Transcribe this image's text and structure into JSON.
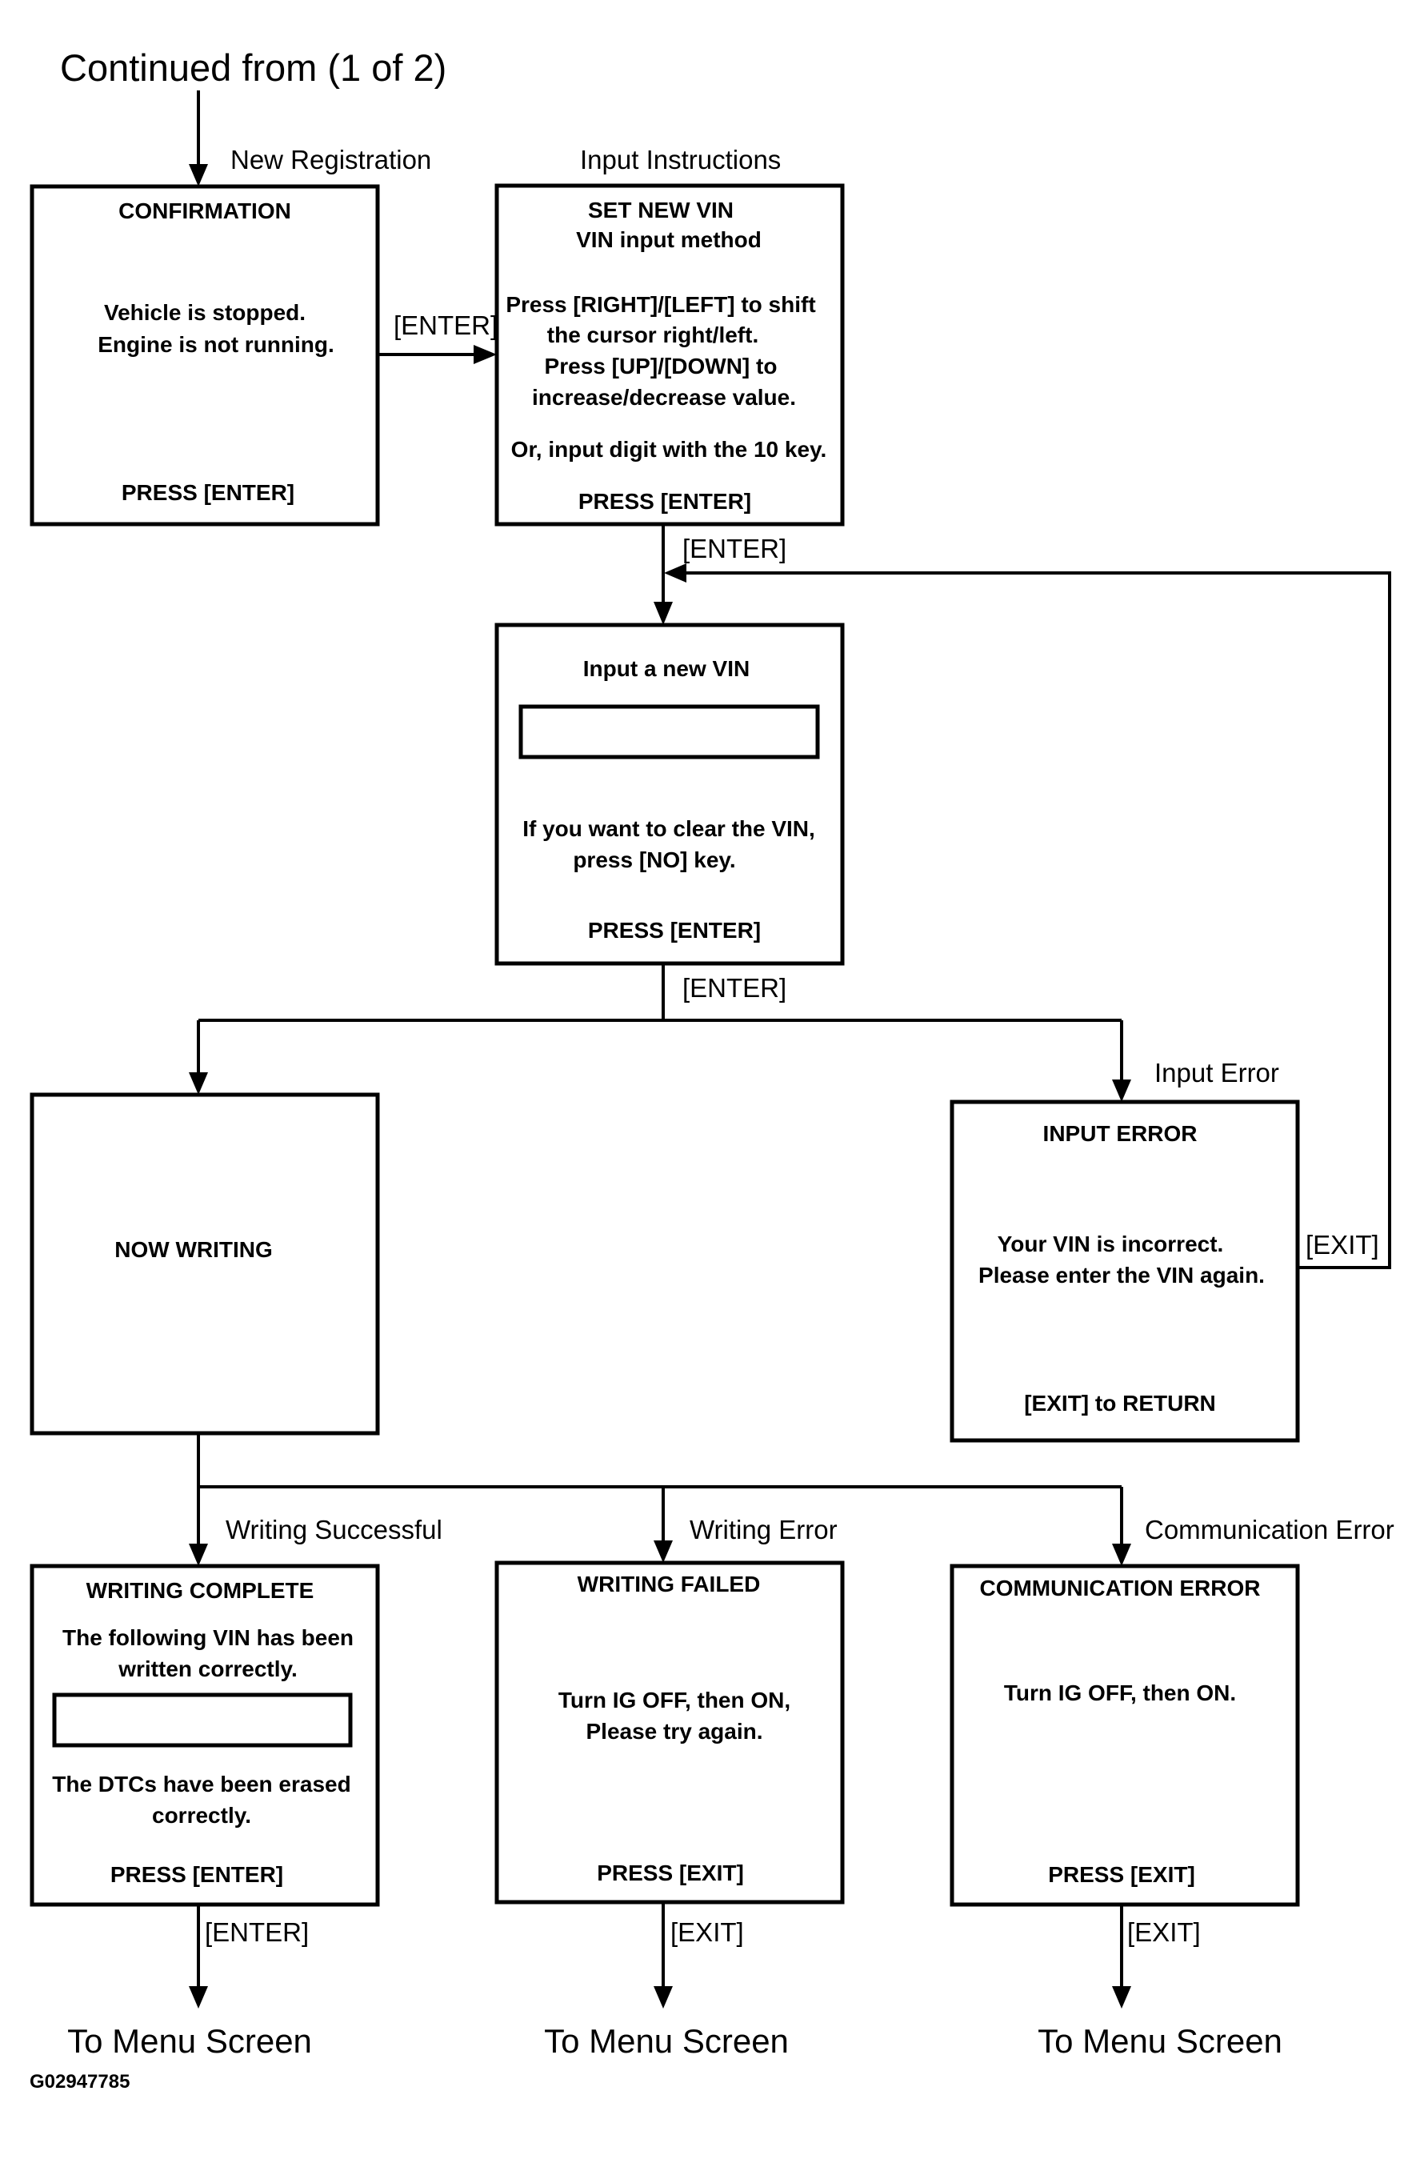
{
  "header": {
    "text": "Continued from (1 of 2)"
  },
  "flow_labels": {
    "new_registration": "New Registration",
    "input_instructions": "Input Instructions",
    "enter_confirm_to_set": "[ENTER]",
    "enter_set_to_input": "[ENTER]",
    "enter_input_to_branch": "[ENTER]",
    "input_error": "Input Error",
    "exit_input_error": "[EXIT]",
    "writing_successful": "Writing Successful",
    "writing_error": "Writing Error",
    "communication_error": "Communication Error",
    "enter_complete": "[ENTER]",
    "exit_failed": "[EXIT]",
    "exit_comm": "[EXIT]"
  },
  "boxes": {
    "confirmation": {
      "title": "CONFIRMATION",
      "line1": "Vehicle is stopped.",
      "line2": "Engine is not running.",
      "footer": "PRESS [ENTER]"
    },
    "set_new_vin": {
      "title": "SET NEW VIN",
      "subtitle": "VIN input method",
      "line1": "Press [RIGHT]/[LEFT] to shift",
      "line2": "the cursor right/left.",
      "line3": "Press [UP]/[DOWN] to",
      "line4": "increase/decrease value.",
      "line5": "Or, input digit with the 10 key.",
      "footer": "PRESS [ENTER]"
    },
    "input_vin": {
      "title": "Input a new VIN",
      "line1": "If you want to clear the VIN,",
      "line2": "press [NO] key.",
      "footer": "PRESS [ENTER]"
    },
    "now_writing": {
      "title": "NOW WRITING"
    },
    "input_error": {
      "title": "INPUT ERROR",
      "line1": "Your VIN is incorrect.",
      "line2": "Please enter the VIN again.",
      "footer": "[EXIT] to RETURN"
    },
    "writing_complete": {
      "title": "WRITING COMPLETE",
      "line1": "The following VIN has been",
      "line2": "written correctly.",
      "line3": "The DTCs have been erased",
      "line4": "correctly.",
      "footer": "PRESS [ENTER]"
    },
    "writing_failed": {
      "title": "WRITING FAILED",
      "line1": "Turn IG OFF, then ON,",
      "line2": "Please try again.",
      "footer": "PRESS [EXIT]"
    },
    "communication_error": {
      "title": "COMMUNICATION ERROR",
      "line1": "Turn IG OFF, then ON.",
      "footer": "PRESS [EXIT]"
    }
  },
  "destinations": {
    "left": "To Menu Screen",
    "middle": "To Menu Screen",
    "right": "To Menu Screen"
  },
  "figure_code": "G02947785"
}
